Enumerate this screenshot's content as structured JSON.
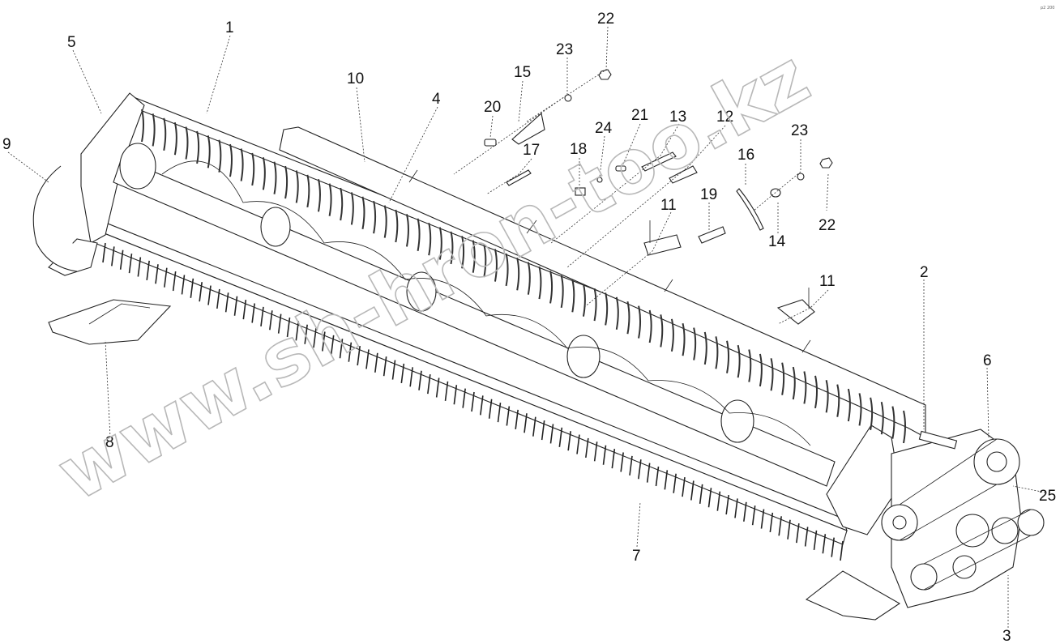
{
  "drawing": {
    "callouts": [
      {
        "id": "c1",
        "text": "1"
      },
      {
        "id": "c2",
        "text": "2"
      },
      {
        "id": "c3",
        "text": "3"
      },
      {
        "id": "c4",
        "text": "4"
      },
      {
        "id": "c5",
        "text": "5"
      },
      {
        "id": "c6",
        "text": "6"
      },
      {
        "id": "c7",
        "text": "7"
      },
      {
        "id": "c8",
        "text": "8"
      },
      {
        "id": "c9",
        "text": "9"
      },
      {
        "id": "c10",
        "text": "10"
      },
      {
        "id": "c11a",
        "text": "11"
      },
      {
        "id": "c11b",
        "text": "11"
      },
      {
        "id": "c12",
        "text": "12"
      },
      {
        "id": "c13",
        "text": "13"
      },
      {
        "id": "c14",
        "text": "14"
      },
      {
        "id": "c15",
        "text": "15"
      },
      {
        "id": "c16",
        "text": "16"
      },
      {
        "id": "c17",
        "text": "17"
      },
      {
        "id": "c18",
        "text": "18"
      },
      {
        "id": "c19",
        "text": "19"
      },
      {
        "id": "c20",
        "text": "20"
      },
      {
        "id": "c21",
        "text": "21"
      },
      {
        "id": "c22a",
        "text": "22"
      },
      {
        "id": "c22b",
        "text": "22"
      },
      {
        "id": "c23a",
        "text": "23"
      },
      {
        "id": "c23b",
        "text": "23"
      },
      {
        "id": "c24",
        "text": "24"
      },
      {
        "id": "c25",
        "text": "25"
      }
    ],
    "watermark": "www.sh-hron-too.kz",
    "corner_mark": "p2 200"
  }
}
